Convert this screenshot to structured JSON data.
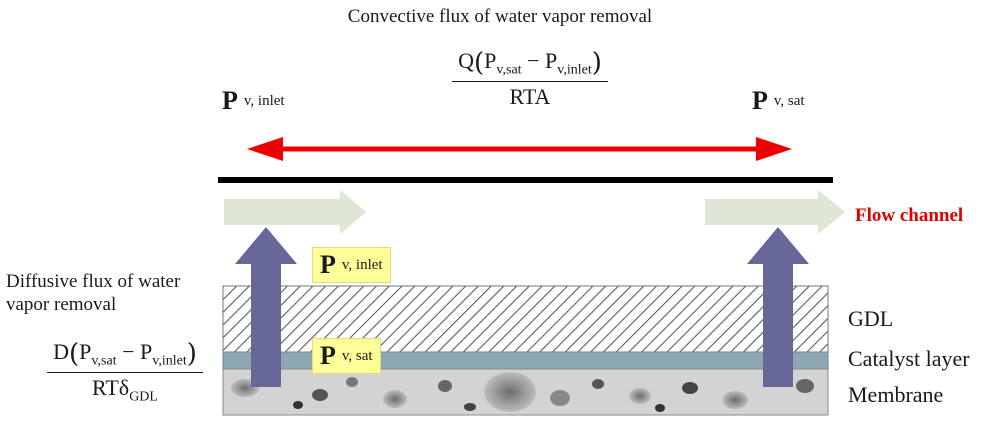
{
  "title": "Convective flux of water vapor removal",
  "convective_formula": {
    "num_Q": "Q",
    "num_p1": "P",
    "num_p1_sub": "v,sat",
    "num_minus": "−",
    "num_p2": "P",
    "num_p2_sub": "v,inlet",
    "den": "RTA"
  },
  "top_left_label": {
    "p": "P",
    "sub": "v, inlet"
  },
  "top_right_label": {
    "p": "P",
    "sub": "v, sat"
  },
  "flow_channel_label": "Flow channel",
  "diffusive_label": "Diffusive flux of water vapor removal",
  "diffusive_formula": {
    "num_D": "D",
    "num_p1": "P",
    "num_p1_sub": "v,sat",
    "num_minus": "−",
    "num_p2": "P",
    "num_p2_sub": "v,inlet",
    "den_main": "RTδ",
    "den_sub": "GDL"
  },
  "box_inlet": {
    "p": "P",
    "sub": "v, inlet"
  },
  "box_sat": {
    "p": "P",
    "sub": "v, sat"
  },
  "layers": {
    "gdl": "GDL",
    "catalyst": "Catalyst layer",
    "membrane": "Membrane"
  },
  "colors": {
    "red_arrow": "#ee0000",
    "flow_arrow": "#dfe6d6",
    "up_arrow": "#67679a",
    "catalyst": "#8ea7b5",
    "highlight": "#ffff99",
    "flow_text": "#e10000"
  }
}
